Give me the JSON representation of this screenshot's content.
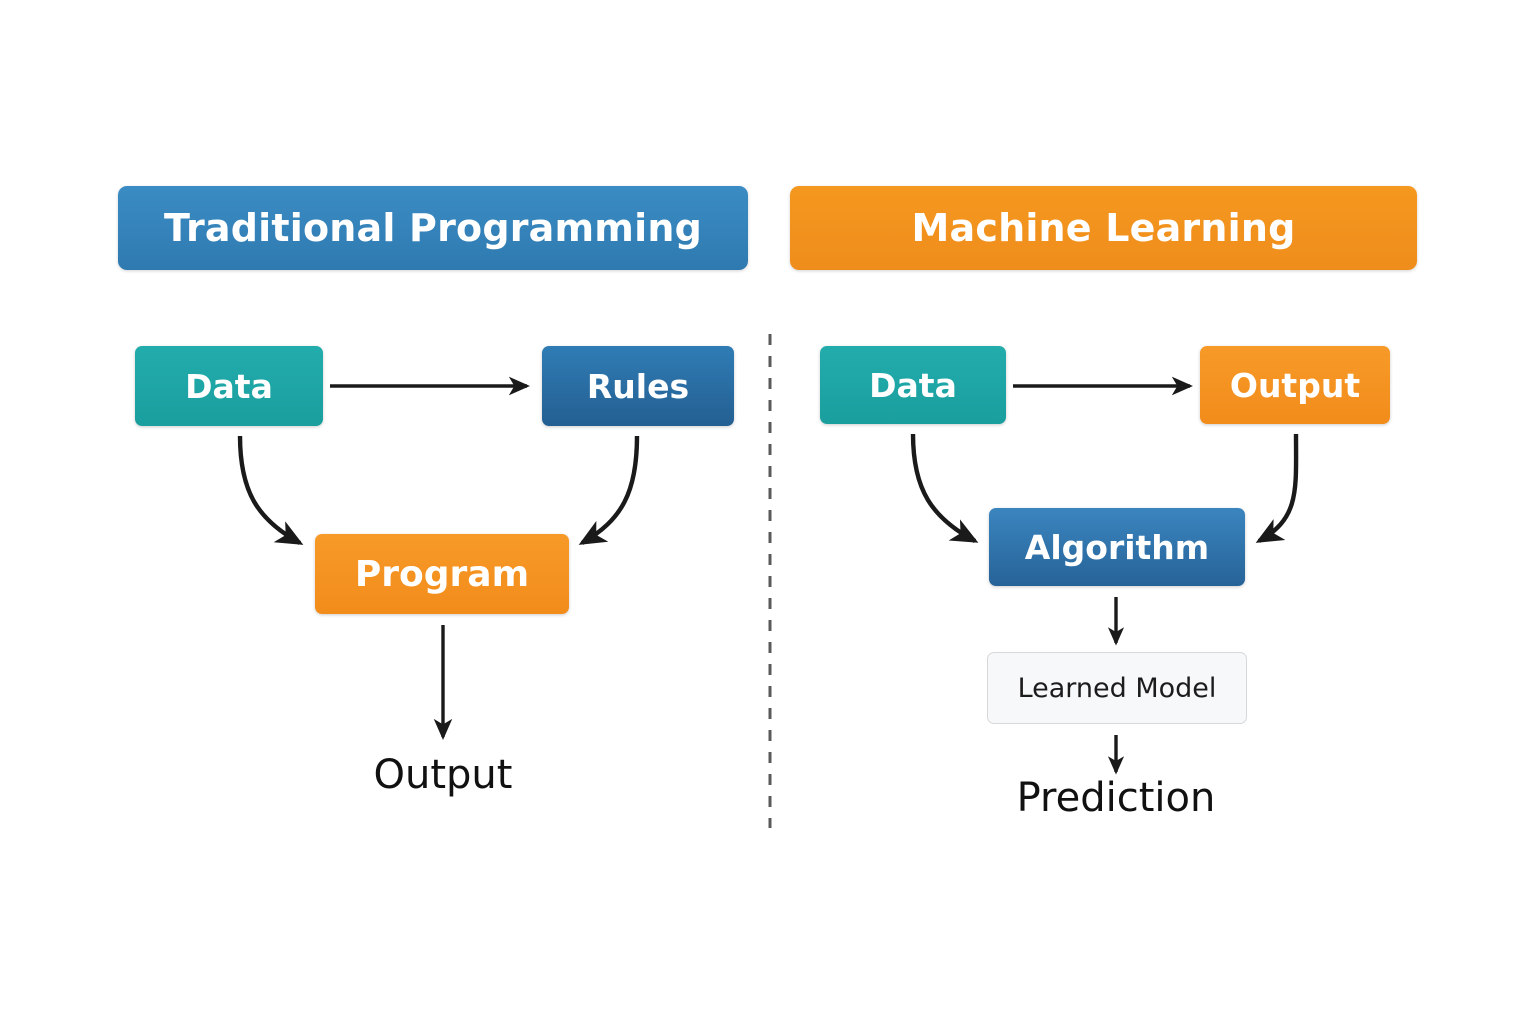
{
  "diagram": {
    "title_left": "Traditional Programming",
    "title_right": "Machine Learning",
    "divider": "vertical-dashed-divider",
    "colors": {
      "banner_blue": "#2e7ab0",
      "banner_orange": "#ef8d1c",
      "node_teal": "#1a9e9e",
      "node_blue": "#245f91",
      "node_orange": "#f28c1b",
      "node_neutral_bg": "#f7f8f9",
      "node_neutral_border": "#d6d8da",
      "arrow": "#1a1a1a",
      "background": "#ffffff"
    },
    "left_panel": {
      "header": "Traditional Programming",
      "nodes": [
        {
          "id": "data",
          "label": "Data",
          "style": "teal"
        },
        {
          "id": "rules",
          "label": "Rules",
          "style": "blue"
        },
        {
          "id": "program",
          "label": "Program",
          "style": "orange"
        },
        {
          "id": "output",
          "label": "Output",
          "style": "plain-text"
        }
      ],
      "edges": [
        {
          "from": "Data",
          "to": "Rules",
          "shape": "straight-horizontal-arrow"
        },
        {
          "from": "Data",
          "to": "Program",
          "shape": "curved-arrow"
        },
        {
          "from": "Rules",
          "to": "Program",
          "shape": "curved-arrow"
        },
        {
          "from": "Program",
          "to": "Output",
          "shape": "straight-vertical-arrow"
        }
      ]
    },
    "right_panel": {
      "header": "Machine Learning",
      "nodes": [
        {
          "id": "data",
          "label": "Data",
          "style": "teal"
        },
        {
          "id": "output",
          "label": "Output",
          "style": "orange"
        },
        {
          "id": "algorithm",
          "label": "Algorithm",
          "style": "blue"
        },
        {
          "id": "learned_model",
          "label": "Learned Model",
          "style": "outlined-neutral"
        },
        {
          "id": "prediction",
          "label": "Prediction",
          "style": "plain-text"
        }
      ],
      "edges": [
        {
          "from": "Data",
          "to": "Output",
          "shape": "straight-horizontal-arrow"
        },
        {
          "from": "Data",
          "to": "Algorithm",
          "shape": "curved-arrow"
        },
        {
          "from": "Output",
          "to": "Algorithm",
          "shape": "curved-arrow"
        },
        {
          "from": "Algorithm",
          "to": "Learned Model",
          "shape": "straight-vertical-arrow"
        },
        {
          "from": "Learned Model",
          "to": "Prediction",
          "shape": "straight-vertical-arrow"
        }
      ]
    }
  }
}
